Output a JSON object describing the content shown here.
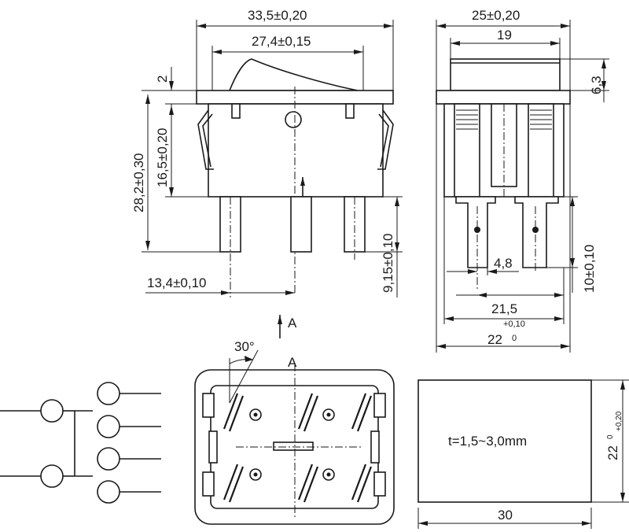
{
  "dimensions": {
    "front_width": "33,5±0,20",
    "front_rocker_width": "27,4±0,15",
    "front_cap_height": "2",
    "front_body_height": "16,5±0,20",
    "front_total_height": "28,2±0,30",
    "front_pin_height": "9,15±0,10",
    "front_pin_offset": "13,4±0,10",
    "side_width": "25±0,20",
    "side_cap_width": "19",
    "side_cap_height": "6,3",
    "side_pin_pitch": "4,8",
    "side_pin_height": "10±0,10",
    "side_body_width": "21,5",
    "side_cutout_width_main": "22",
    "side_cutout_width_tol_upper": "+0,10",
    "side_cutout_width_tol_lower": "0",
    "angle": "30°",
    "view_label": "A",
    "view_arrow_label": "A",
    "panel_thickness": "t=1,5~3,0mm",
    "panel_width": "30",
    "panel_height_main": "22",
    "panel_height_tol_upper": "+0,20",
    "panel_height_tol_lower": "0"
  }
}
